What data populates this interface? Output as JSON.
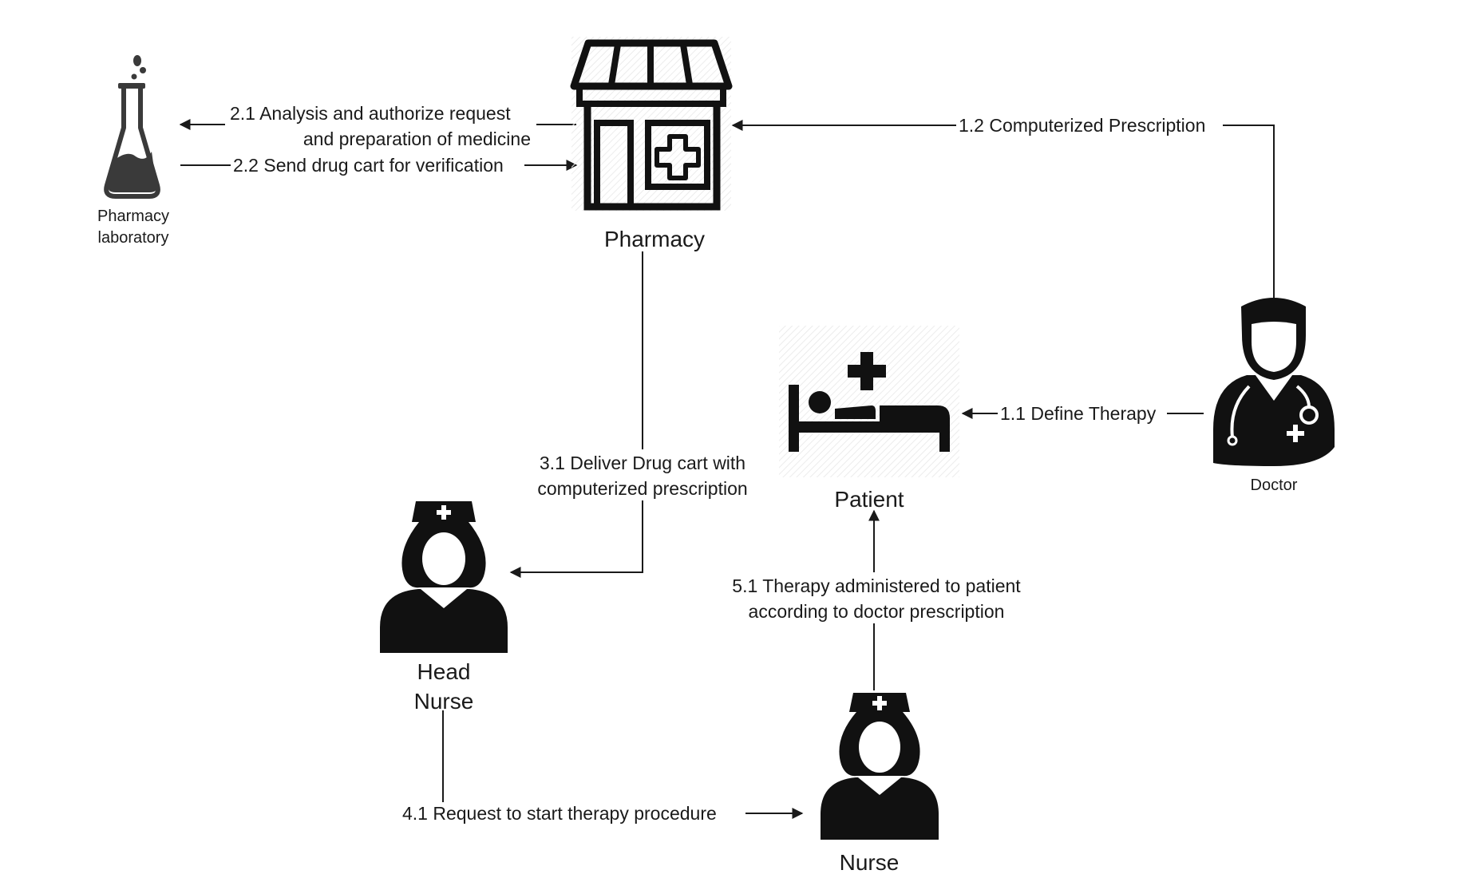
{
  "nodes": {
    "lab": [
      "Pharmacy",
      "laboratory"
    ],
    "pharmacy": "Pharmacy",
    "patient": "Patient",
    "doctor": "Doctor",
    "head_nurse": [
      "Head",
      "Nurse"
    ],
    "nurse": "Nurse"
  },
  "edges": {
    "e21": [
      "2.1  Analysis and authorize request",
      "and preparation of medicine"
    ],
    "e22": "2.2 Send drug cart for verification",
    "e12": "1.2 Computerized Prescription",
    "e11": "1.1 Define Therapy",
    "e31": [
      "3.1 Deliver Drug cart with",
      "computerized prescription"
    ],
    "e51": [
      "5.1 Therapy administered to patient",
      "according to doctor prescription"
    ],
    "e41": "4.1  Request to start therapy procedure"
  },
  "icons": [
    "flask-icon",
    "pharmacy-store-icon",
    "hospital-bed-icon",
    "doctor-icon",
    "head-nurse-icon",
    "nurse-icon"
  ]
}
